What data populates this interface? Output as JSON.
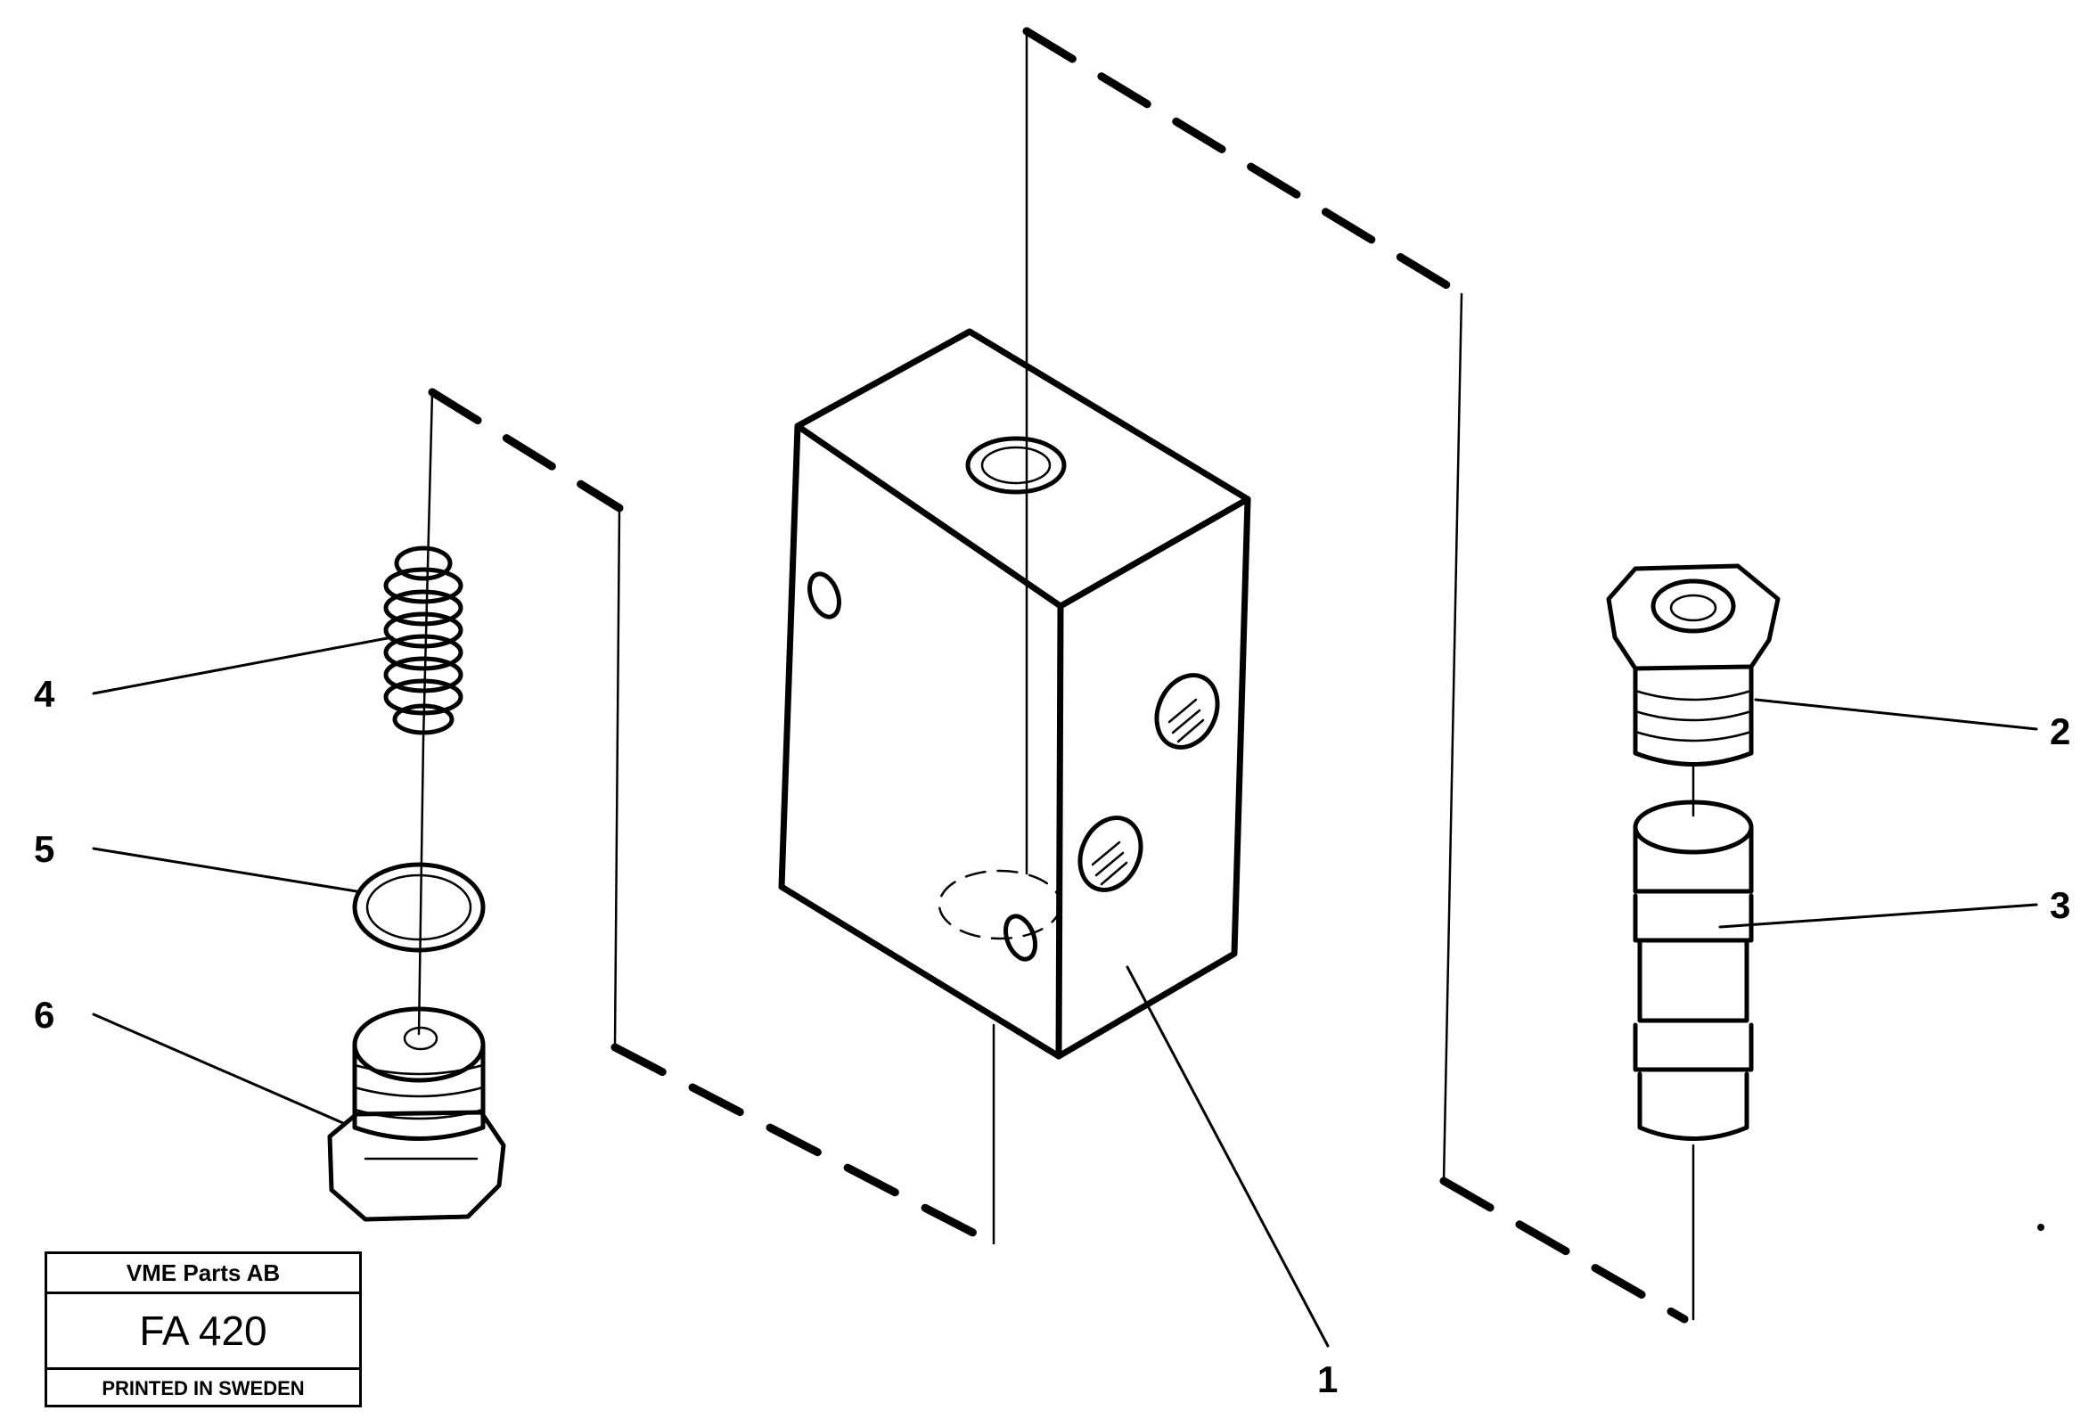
{
  "callouts": {
    "c1": "1",
    "c2": "2",
    "c3": "3",
    "c4": "4",
    "c5": "5",
    "c6": "6"
  },
  "title_block": {
    "company": "VME Parts AB",
    "code": "FA 420",
    "printed": "PRINTED IN SWEDEN"
  }
}
